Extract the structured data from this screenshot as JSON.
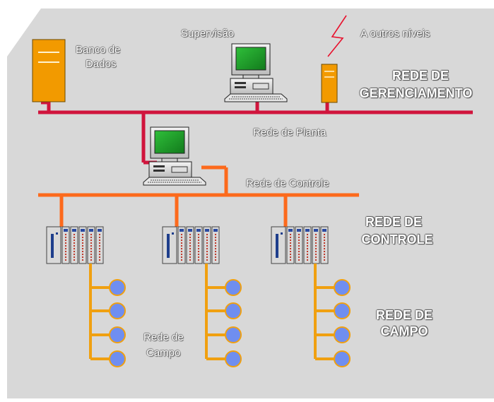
{
  "labels": {
    "banco": [
      "Banco de",
      "Dados"
    ],
    "supervisao": "Supervisão",
    "outros_niveis": "A outros níveis",
    "rede_planta": "Rede de Planta",
    "rede_controle": "Rede de Controle",
    "rede_campo": [
      "Rede de",
      "Campo"
    ]
  },
  "levels": {
    "gerenciamento": [
      "REDE DE",
      "GERENCIAMENTO"
    ],
    "controle": [
      "REDE DE",
      "CONTROLE"
    ],
    "campo": [
      "REDE DE",
      "CAMPO"
    ]
  },
  "colors": {
    "background": "#d8d8d8",
    "management_bus": "#d0143c",
    "control_bus": "#fc6a1c",
    "field_bus": "#f0a010",
    "server": "#f29a00",
    "field_device": "#6f8ef0",
    "monitor_screen": "#1f9c2b",
    "lightning": "#e8102c"
  }
}
